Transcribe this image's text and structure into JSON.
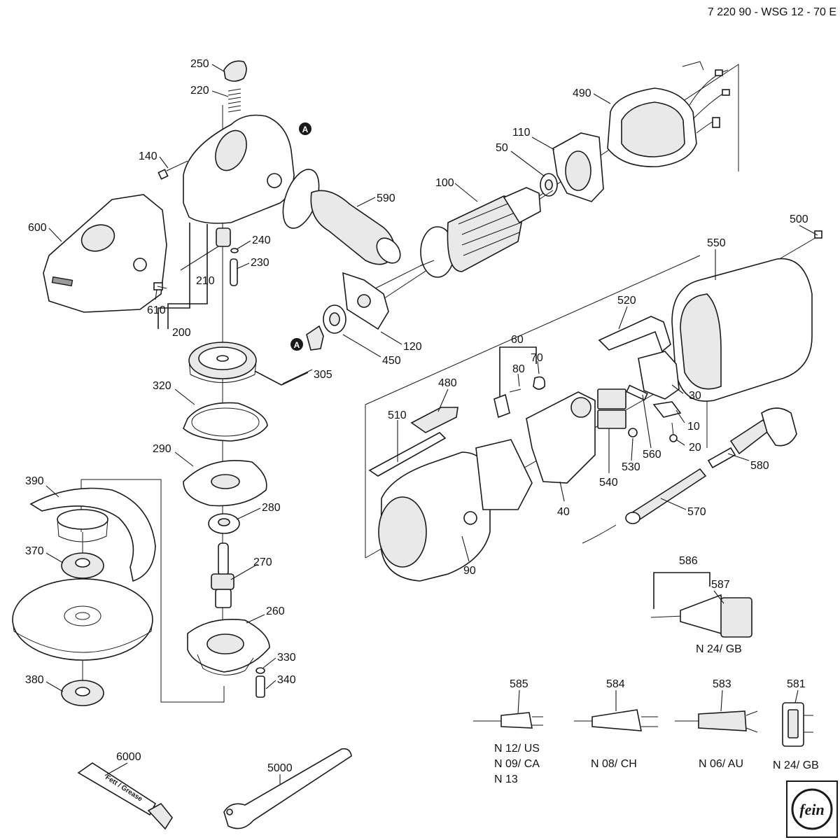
{
  "header": {
    "doc_code": "7 220 90 - WSG 12 - 70 E"
  },
  "marker": {
    "letter": "A"
  },
  "colors": {
    "line": "#1a1a1a",
    "background": "#ffffff",
    "marker_fill": "#1a1a1a"
  },
  "labels": {
    "l250": "250",
    "l220": "220",
    "l140": "140",
    "l600": "600",
    "l610": "610",
    "l200": "200",
    "l210": "210",
    "l240": "240",
    "l230": "230",
    "l590": "590",
    "l490": "490",
    "l110": "110",
    "l50": "50",
    "l100": "100",
    "l120": "120",
    "l450": "450",
    "l305": "305",
    "l320": "320",
    "l290": "290",
    "l280": "280",
    "l270": "270",
    "l260": "260",
    "l330": "330",
    "l340": "340",
    "l390": "390",
    "l370": "370",
    "l380": "380",
    "l500": "500",
    "l550": "550",
    "l520": "520",
    "l30": "30",
    "l10": "10",
    "l20": "20",
    "l560": "560",
    "l530": "530",
    "l540": "540",
    "l40": "40",
    "l60": "60",
    "l70": "70",
    "l80": "80",
    "l480": "480",
    "l510": "510",
    "l90": "90",
    "l570": "570",
    "l580": "580",
    "l586": "586",
    "l587": "587",
    "l585": "585",
    "l584": "584",
    "l583": "583",
    "l581": "581",
    "l6000": "6000",
    "l5000": "5000"
  },
  "plug_variants": {
    "gb_587": "N 24/ GB",
    "us_585": [
      "N 12/ US",
      "N 09/ CA",
      "N 13"
    ],
    "ch_584": "N 08/ CH",
    "au_583": "N 06/ AU",
    "gb_581": "N 24/ GB"
  },
  "tube_text": "Fett / Grease",
  "logo_text": "fein"
}
